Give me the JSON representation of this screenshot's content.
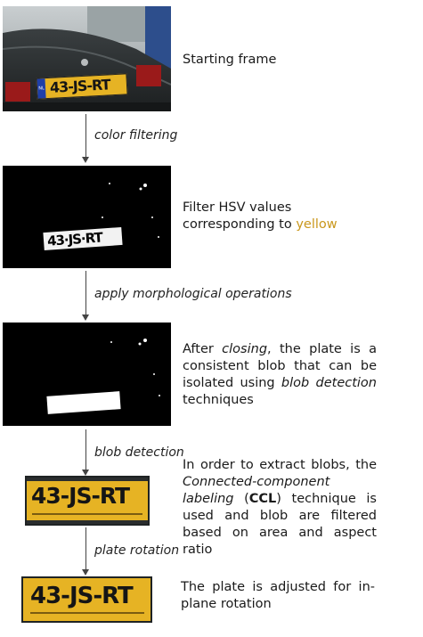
{
  "stages": [
    {
      "id": "start",
      "text": "Starting frame",
      "plate": "43-JS-RT",
      "plate_country": "NL"
    },
    {
      "id": "filter",
      "text_before": "Filter HSV values corresponding to ",
      "highlight": "yellow",
      "plate": "43·JS·RT"
    },
    {
      "id": "morph",
      "text_prefix": "After ",
      "text_italic": "closing",
      "text_rest": ", the plate is a consistent blob that can be isolated using ",
      "text_italic2": "blob detection",
      "text_after": " techniques"
    },
    {
      "id": "blob",
      "text_p1": "In order to extract blobs, the ",
      "text_italic": "Connected-component labeling",
      "text_p2": " (",
      "text_bold": "CCL",
      "text_p3": ") technique is used and blob are filtered based on area and aspect ratio",
      "plate": "43-JS-RT"
    },
    {
      "id": "rotate",
      "text": "The plate is adjusted for in-plane rotation",
      "plate": "43-JS-RT"
    }
  ],
  "steps": [
    {
      "label": "color filtering"
    },
    {
      "label": "apply morphological operations"
    },
    {
      "label": "blob detection"
    },
    {
      "label": "plate rotation"
    }
  ],
  "colors": {
    "highlight": "#c9971c",
    "plate_yellow": "#e6b324",
    "nl_blue": "#1f3fa8"
  }
}
